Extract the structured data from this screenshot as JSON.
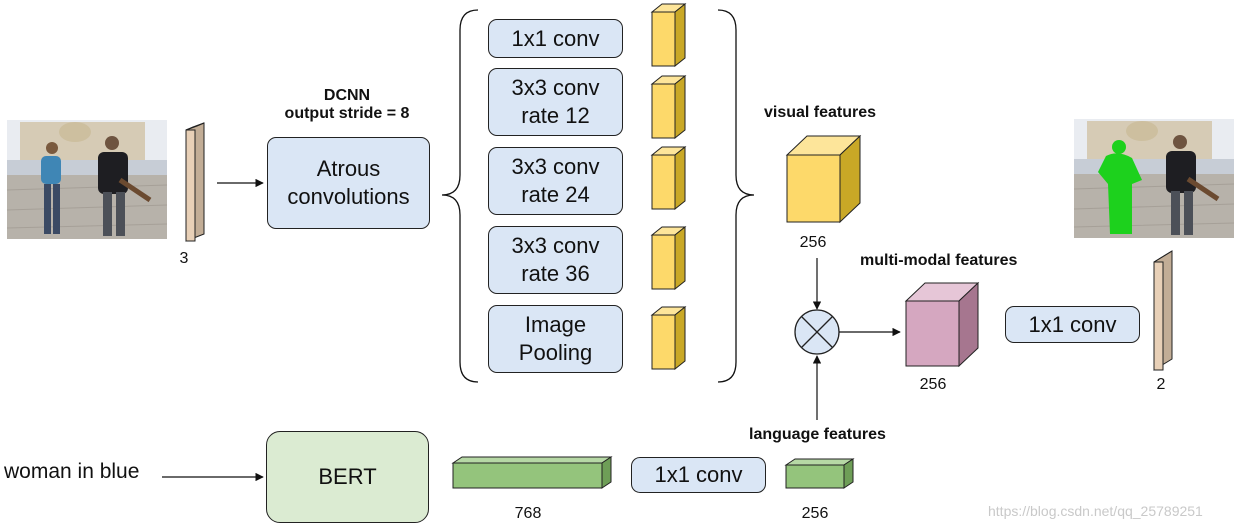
{
  "dcnn": {
    "title_line1": "DCNN",
    "title_line2": "output stride = 8"
  },
  "atrous": {
    "label": "Atrous\nconvolutions"
  },
  "aspp": {
    "branches": [
      {
        "label": "1x1 conv"
      },
      {
        "label": "3x3 conv\nrate 12"
      },
      {
        "label": "3x3 conv\nrate 24"
      },
      {
        "label": "3x3 conv\nrate 36"
      },
      {
        "label": "Image\nPooling"
      }
    ]
  },
  "visual": {
    "label": "visual features",
    "dim": "256"
  },
  "multimodal": {
    "label": "multi-modal features",
    "dim": "256"
  },
  "output_conv": {
    "label": "1x1 conv",
    "dim": "2"
  },
  "input_image": {
    "dim": "3"
  },
  "language": {
    "query": "woman in blue",
    "encoder": "BERT",
    "bert_dim": "768",
    "conv": "1x1 conv",
    "proj_dim": "256",
    "label": "language features"
  },
  "watermark": "https://blog.csdn.net/qq_25789251",
  "colors": {
    "box_blue": "#dae6f5",
    "box_green": "#dbebd2",
    "feat_yellow": "#fdd96a",
    "feat_pink": "#d5a7c0",
    "feat_green": "#94c47c",
    "feat_tan": "#e8d0b7",
    "mask_green": "#1dd11d"
  }
}
